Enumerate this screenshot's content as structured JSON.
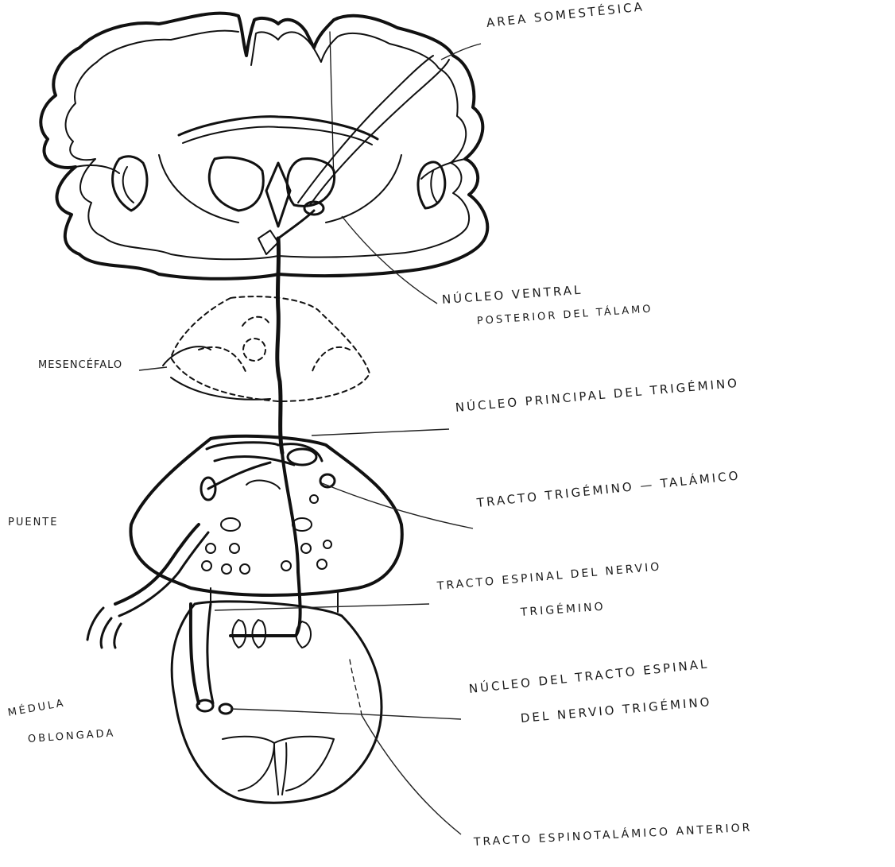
{
  "labels": {
    "cortex_area": "AREA SOMESTÉSICA",
    "vpn_line1": "NÚCLEO VENTRAL",
    "vpn_line2": "POSTERIOR DEL TÁLAMO",
    "midbrain": "MESENCÉFALO",
    "principal_nucleus": "NÚCLEO PRINCIPAL DEL TRIGÉMINO",
    "trigeminothalamic": "TRACTO TRIGÉMINO — TALÁMICO",
    "pons": "PUENTE",
    "spinal_tract_line1": "TRACTO ESPINAL DEL NERVIO",
    "spinal_tract_line2": "TRIGÉMINO",
    "medulla_line1": "MÉDULA",
    "medulla_line2": "OBLONGADA",
    "spinal_nucleus_line1": "NÚCLEO DEL TRACTO ESPINAL",
    "spinal_nucleus_line2": "DEL NERVIO TRIGÉMINO",
    "spinothalamic": "TRACTO ESPINOTALÁMICO ANTERIOR"
  },
  "colors": {
    "ink": "#111111",
    "paper": "#ffffff"
  }
}
